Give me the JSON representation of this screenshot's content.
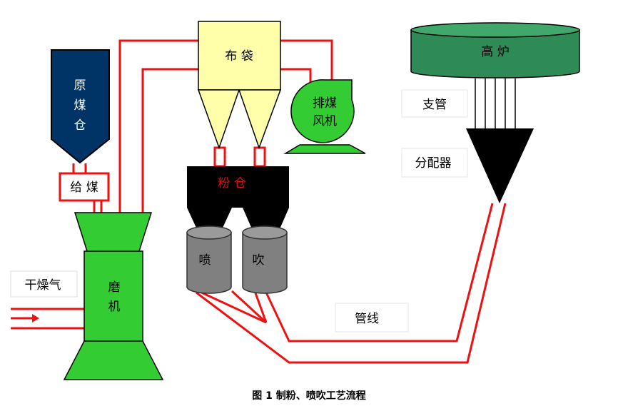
{
  "diagram": {
    "coal_bunker": [
      "原",
      "煤",
      "仓"
    ],
    "feeder": "给 煤",
    "mill": [
      "磨",
      "机"
    ],
    "drying_gas": "干燥气",
    "bag_filter": "布 袋",
    "exhaust_fan": [
      "排煤",
      "风机"
    ],
    "powder_bin": "粉 仓",
    "inject_tank": "喷",
    "blow_tank": "吹",
    "blast_furnace": "高 炉",
    "branch_pipe": "支管",
    "distributor": "分配器",
    "pipeline": "管线",
    "caption": "图 1    制粉、喷吹工艺流程"
  },
  "colors": {
    "pipe": "#ee1111",
    "green": "#33cc33",
    "bag": "#ffffaa",
    "bunker": "#003366",
    "tank": "#808080",
    "furnace": "#2e8b57"
  }
}
